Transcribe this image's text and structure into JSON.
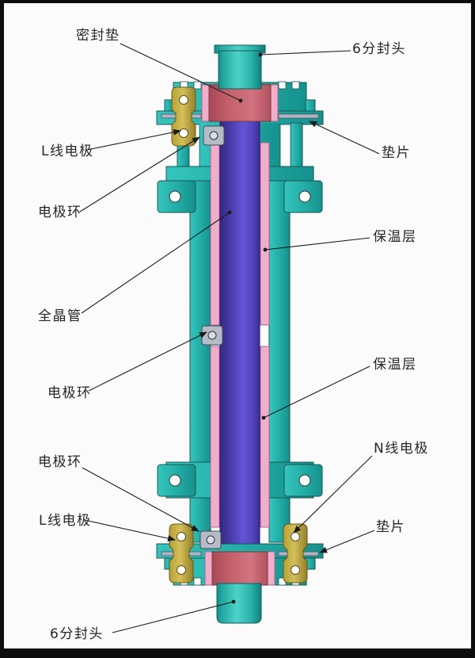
{
  "diagram": {
    "kind": "cutaway-assembly-diagram",
    "subject": "electric tube heater cross-section"
  },
  "colors": {
    "background": "#fbfbfb",
    "frame_border": "#0d0d0d",
    "teal_housing": "#23aea7",
    "teal_dark": "#16948f",
    "purple_heating_tube": "#5a4bd2",
    "pink_insulation": "#f0aecb",
    "red_seal_gasket": "#c9606f",
    "brass_electrode": "#c9b34a",
    "electrode_ring_gray": "#b5bbc9",
    "washer_strip": "#aeb3c9",
    "leader_line": "#1c1c1c",
    "label_text": "#262626"
  },
  "labels": [
    {
      "id": "seal-gasket",
      "text": "密封垫"
    },
    {
      "id": "head-top",
      "text": "6分封头"
    },
    {
      "id": "l-wire-electrode-top",
      "text": "L线电极"
    },
    {
      "id": "washer-top",
      "text": "垫片"
    },
    {
      "id": "electrode-ring-top",
      "text": "电极环"
    },
    {
      "id": "insulation-upper",
      "text": "保温层"
    },
    {
      "id": "crystal-tube",
      "text": "全晶管"
    },
    {
      "id": "electrode-ring-middle",
      "text": "电极环"
    },
    {
      "id": "insulation-lower",
      "text": "保温层"
    },
    {
      "id": "n-wire-electrode",
      "text": "N线电极"
    },
    {
      "id": "electrode-ring-bottom",
      "text": "电极环"
    },
    {
      "id": "l-wire-electrode-bottom",
      "text": "L线电极"
    },
    {
      "id": "washer-bottom",
      "text": "垫片"
    },
    {
      "id": "head-bottom",
      "text": "6分封头"
    }
  ]
}
